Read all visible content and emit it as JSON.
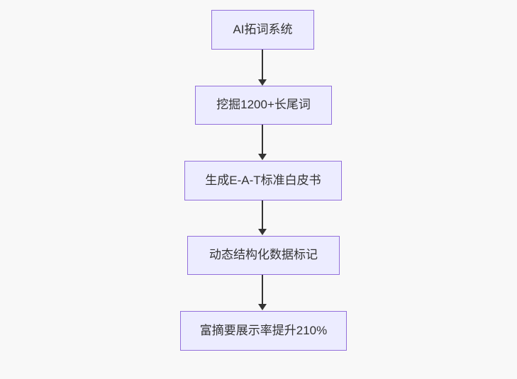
{
  "diagram": {
    "type": "flowchart",
    "direction": "top-down",
    "nodes": [
      {
        "id": "n1",
        "label": "AI拓词系统"
      },
      {
        "id": "n2",
        "label": "挖掘1200+长尾词"
      },
      {
        "id": "n3",
        "label": "生成E-A-T标准白皮书"
      },
      {
        "id": "n4",
        "label": "动态结构化数据标记"
      },
      {
        "id": "n5",
        "label": "富摘要展示率提升210%"
      }
    ],
    "edges": [
      {
        "from": "n1",
        "to": "n2"
      },
      {
        "from": "n2",
        "to": "n3"
      },
      {
        "from": "n3",
        "to": "n4"
      },
      {
        "from": "n4",
        "to": "n5"
      }
    ]
  },
  "colors": {
    "canvas_bg": "#f8f8f8",
    "node_fill": "#ececff",
    "node_border": "#9370db",
    "node_text": "#333333",
    "arrow": "#333333"
  }
}
